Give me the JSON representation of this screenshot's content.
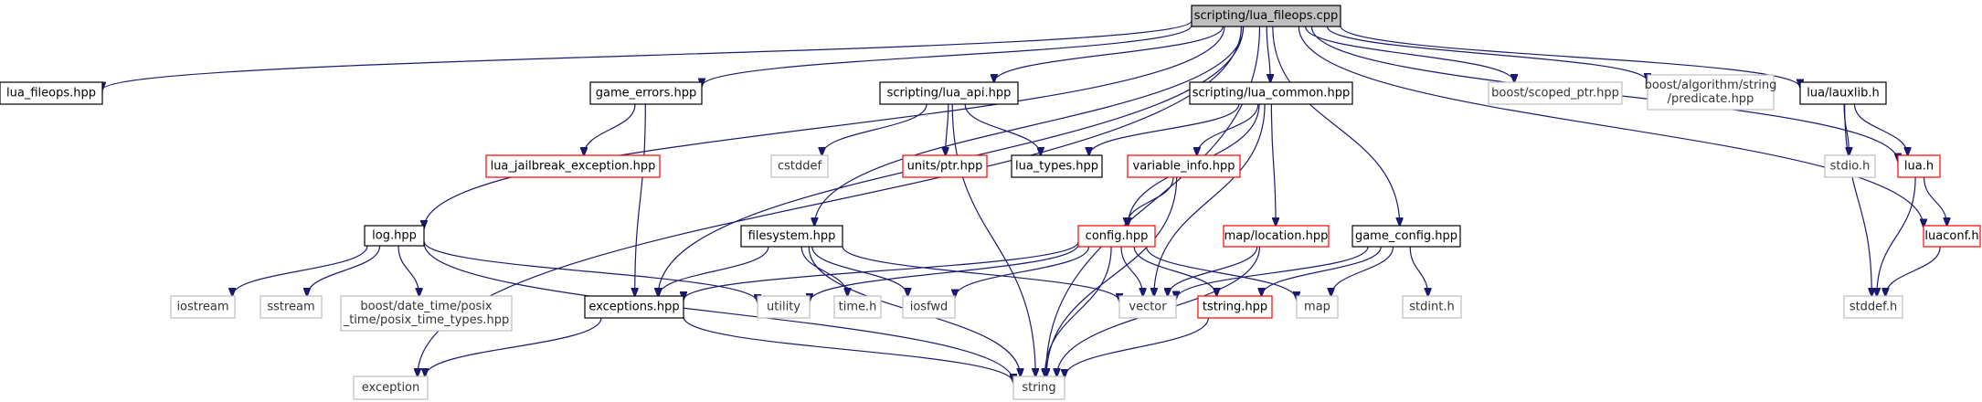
{
  "colors": {
    "edge": "#191970",
    "root_fill": "#bfbfbf",
    "normal_border": "#000000",
    "truncated_border": "#ff0000",
    "external_border": "#bfbfbf"
  },
  "nodes": [
    {
      "id": "root",
      "lines": [
        "scripting/lua_fileops.cpp"
      ],
      "kind": "root"
    },
    {
      "id": "lua_fileops_hpp",
      "lines": [
        "lua_fileops.hpp"
      ],
      "kind": "normal"
    },
    {
      "id": "exception",
      "lines": [
        "exception"
      ],
      "kind": "external"
    },
    {
      "id": "log_hpp",
      "lines": [
        "log.hpp"
      ],
      "kind": "normal"
    },
    {
      "id": "game_errors_hpp",
      "lines": [
        "game_errors.hpp"
      ],
      "kind": "normal"
    },
    {
      "id": "lua_jailbreak_exception_hpp",
      "lines": [
        "lua_jailbreak_exception.hpp"
      ],
      "kind": "truncated"
    },
    {
      "id": "exceptions_hpp",
      "lines": [
        "exceptions.hpp"
      ],
      "kind": "normal"
    },
    {
      "id": "filesystem_hpp",
      "lines": [
        "filesystem.hpp"
      ],
      "kind": "normal"
    },
    {
      "id": "scripting_lua_api_hpp",
      "lines": [
        "scripting/lua_api.hpp"
      ],
      "kind": "normal"
    },
    {
      "id": "cstddef",
      "lines": [
        "cstddef"
      ],
      "kind": "external"
    },
    {
      "id": "units_ptr_hpp",
      "lines": [
        "units/ptr.hpp"
      ],
      "kind": "truncated"
    },
    {
      "id": "lua_types_hpp",
      "lines": [
        "lua_types.hpp"
      ],
      "kind": "normal"
    },
    {
      "id": "scripting_lua_common_hpp",
      "lines": [
        "scripting/lua_common.hpp"
      ],
      "kind": "normal"
    },
    {
      "id": "variable_info_hpp",
      "lines": [
        "variable_info.hpp"
      ],
      "kind": "truncated"
    },
    {
      "id": "config_hpp",
      "lines": [
        "config.hpp"
      ],
      "kind": "truncated"
    },
    {
      "id": "map_location_hpp",
      "lines": [
        "map/location.hpp"
      ],
      "kind": "truncated"
    },
    {
      "id": "game_config_hpp",
      "lines": [
        "game_config.hpp"
      ],
      "kind": "normal"
    },
    {
      "id": "boost_scoped_ptr_hpp",
      "lines": [
        "boost/scoped_ptr.hpp"
      ],
      "kind": "external"
    },
    {
      "id": "boost_algorithm_string_predicate_hpp",
      "lines": [
        "boost/algorithm/string",
        "/predicate.hpp"
      ],
      "kind": "external"
    },
    {
      "id": "lua_lauxlib_h",
      "lines": [
        "lua/lauxlib.h"
      ],
      "kind": "normal"
    },
    {
      "id": "stdio_h",
      "lines": [
        "stdio.h"
      ],
      "kind": "external"
    },
    {
      "id": "lua_h",
      "lines": [
        "lua.h"
      ],
      "kind": "truncated"
    },
    {
      "id": "luaconf_h",
      "lines": [
        "luaconf.h"
      ],
      "kind": "truncated"
    },
    {
      "id": "stddef_h",
      "lines": [
        "stddef.h"
      ],
      "kind": "external"
    },
    {
      "id": "iostream",
      "lines": [
        "iostream"
      ],
      "kind": "external"
    },
    {
      "id": "sstream",
      "lines": [
        "sstream"
      ],
      "kind": "external"
    },
    {
      "id": "boost_posix_time_types_hpp",
      "lines": [
        "boost/date_time/posix",
        "_time/posix_time_types.hpp"
      ],
      "kind": "external"
    },
    {
      "id": "utility",
      "lines": [
        "utility"
      ],
      "kind": "external"
    },
    {
      "id": "time_h",
      "lines": [
        "time.h"
      ],
      "kind": "external"
    },
    {
      "id": "iosfwd",
      "lines": [
        "iosfwd"
      ],
      "kind": "external"
    },
    {
      "id": "vector",
      "lines": [
        "vector"
      ],
      "kind": "external"
    },
    {
      "id": "tstring_hpp",
      "lines": [
        "tstring.hpp"
      ],
      "kind": "truncated"
    },
    {
      "id": "map",
      "lines": [
        "map"
      ],
      "kind": "external"
    },
    {
      "id": "stdint_h",
      "lines": [
        "stdint.h"
      ],
      "kind": "external"
    },
    {
      "id": "string",
      "lines": [
        "string"
      ],
      "kind": "external"
    }
  ],
  "edges": [
    [
      "root",
      "lua_fileops_hpp"
    ],
    [
      "root",
      "exception"
    ],
    [
      "root",
      "log_hpp"
    ],
    [
      "root",
      "exceptions_hpp"
    ],
    [
      "root",
      "game_errors_hpp"
    ],
    [
      "root",
      "filesystem_hpp"
    ],
    [
      "root",
      "scripting_lua_api_hpp"
    ],
    [
      "root",
      "scripting_lua_common_hpp"
    ],
    [
      "root",
      "game_config_hpp"
    ],
    [
      "root",
      "string"
    ],
    [
      "root",
      "boost_scoped_ptr_hpp"
    ],
    [
      "root",
      "boost_algorithm_string_predicate_hpp"
    ],
    [
      "root",
      "lua_lauxlib_h"
    ],
    [
      "root",
      "lua_h"
    ],
    [
      "root",
      "luaconf_h"
    ],
    [
      "log_hpp",
      "iostream"
    ],
    [
      "log_hpp",
      "sstream"
    ],
    [
      "log_hpp",
      "boost_posix_time_types_hpp"
    ],
    [
      "log_hpp",
      "utility"
    ],
    [
      "log_hpp",
      "string"
    ],
    [
      "game_errors_hpp",
      "lua_jailbreak_exception_hpp"
    ],
    [
      "game_errors_hpp",
      "exceptions_hpp"
    ],
    [
      "exceptions_hpp",
      "exception"
    ],
    [
      "exceptions_hpp",
      "string"
    ],
    [
      "scripting_lua_api_hpp",
      "cstddef"
    ],
    [
      "scripting_lua_api_hpp",
      "units_ptr_hpp"
    ],
    [
      "scripting_lua_api_hpp",
      "lua_types_hpp"
    ],
    [
      "scripting_lua_api_hpp",
      "string"
    ],
    [
      "scripting_lua_common_hpp",
      "lua_types_hpp"
    ],
    [
      "scripting_lua_common_hpp",
      "variable_info_hpp"
    ],
    [
      "scripting_lua_common_hpp",
      "config_hpp"
    ],
    [
      "scripting_lua_common_hpp",
      "map_location_hpp"
    ],
    [
      "scripting_lua_common_hpp",
      "vector"
    ],
    [
      "variable_info_hpp",
      "config_hpp"
    ],
    [
      "variable_info_hpp",
      "string"
    ],
    [
      "filesystem_hpp",
      "exceptions_hpp"
    ],
    [
      "filesystem_hpp",
      "time_h"
    ],
    [
      "filesystem_hpp",
      "iosfwd"
    ],
    [
      "filesystem_hpp",
      "vector"
    ],
    [
      "filesystem_hpp",
      "string"
    ],
    [
      "config_hpp",
      "exceptions_hpp"
    ],
    [
      "config_hpp",
      "utility"
    ],
    [
      "config_hpp",
      "iosfwd"
    ],
    [
      "config_hpp",
      "vector"
    ],
    [
      "config_hpp",
      "tstring_hpp"
    ],
    [
      "config_hpp",
      "map"
    ],
    [
      "config_hpp",
      "string"
    ],
    [
      "map_location_hpp",
      "vector"
    ],
    [
      "map_location_hpp",
      "string"
    ],
    [
      "game_config_hpp",
      "vector"
    ],
    [
      "game_config_hpp",
      "tstring_hpp"
    ],
    [
      "game_config_hpp",
      "map"
    ],
    [
      "game_config_hpp",
      "stdint_h"
    ],
    [
      "tstring_hpp",
      "string"
    ],
    [
      "lua_lauxlib_h",
      "stdio_h"
    ],
    [
      "lua_lauxlib_h",
      "lua_h"
    ],
    [
      "lua_lauxlib_h",
      "stddef_h"
    ],
    [
      "lua_h",
      "luaconf_h"
    ],
    [
      "lua_h",
      "stddef_h"
    ],
    [
      "luaconf_h",
      "stddef_h"
    ]
  ]
}
